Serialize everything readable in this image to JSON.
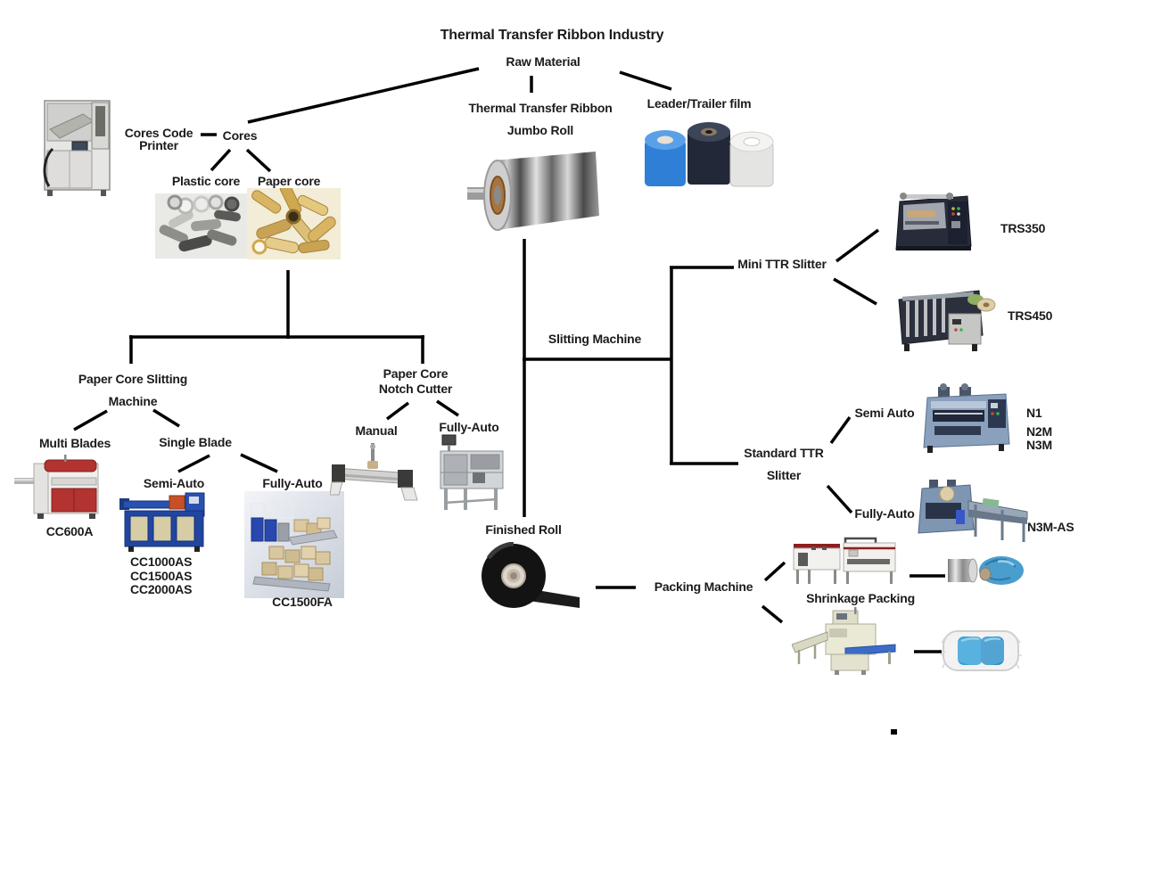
{
  "labels": {
    "title": "Thermal Transfer Ribbon Industry",
    "raw_material": "Raw Material",
    "ttr_line1": "Thermal Transfer Ribbon",
    "ttr_line2": "Jumbo Roll",
    "leader_trailer": "Leader/Trailer film",
    "cores_code_line1": "Cores Code",
    "cores_code_line2": "Printer",
    "cores": "Cores",
    "plastic_core": "Plastic core",
    "paper_core": "Paper core",
    "pcs_line1": "Paper Core Slitting",
    "pcs_line2": "Machine",
    "pcn_line1": "Paper Core",
    "pcn_line2": "Notch Cutter",
    "multi_blades": "Multi Blades",
    "single_blade": "Single Blade",
    "manual": "Manual",
    "notch_fully_auto": "Fully-Auto",
    "semi_auto": "Semi-Auto",
    "single_fully_auto": "Fully-Auto",
    "slitting_machine": "Slitting Machine",
    "mini_ttr": "Mini TTR Slitter",
    "std_line1": "Standard TTR",
    "std_line2": "Slitter",
    "std_semi_auto": "Semi Auto",
    "std_fully_auto": "Fully-Auto",
    "finished_roll": "Finished Roll",
    "packing_machine": "Packing Machine",
    "shrinkage_packing": "Shrinkage Packing"
  },
  "models": {
    "cc600a": "CC600A",
    "cc_semi_auto": [
      "CC1000AS",
      "CC1500AS",
      "CC2000AS"
    ],
    "cc1500fa": "CC1500FA",
    "trs350": "TRS350",
    "trs450": "TRS450",
    "n_series": [
      "N1",
      "N2M",
      "N3M"
    ],
    "n3m_as": "N3M-AS"
  },
  "images": [
    "cores-code-printer-machine-photo",
    "plastic-cores-photo",
    "paper-cores-photo",
    "ttr-jumbo-roll-photo",
    "leader-trailer-film-rolls-photo",
    "trs350-slitter-photo",
    "trs450-slitter-photo",
    "n-series-slitter-photo",
    "n3m-as-slitter-photo",
    "cc600a-machine-photo",
    "cc1000as-machine-photo",
    "cc1500fa-machine-render",
    "manual-notch-cutter-photo",
    "fully-auto-notch-cutter-photo",
    "finished-roll-photo",
    "shrink-packing-machine-photo",
    "shrink-wrapped-rolls-photo",
    "pillow-packing-machine-photo",
    "bagged-blue-rolls-photo"
  ],
  "colors": {
    "line": "#000000",
    "text": "#1b1b1b",
    "film_blue": "#2f7fd6",
    "machine_red": "#b23330",
    "machine_blue": "#2852b0",
    "wrap_blue": "#35a0d8"
  }
}
